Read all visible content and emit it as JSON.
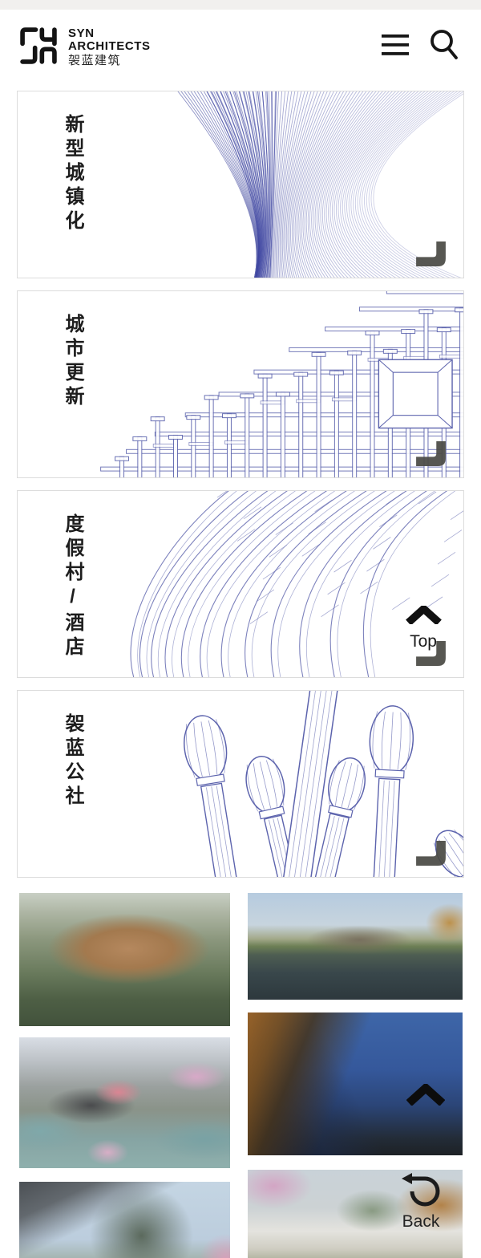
{
  "brand": {
    "line1": "SYN",
    "line2": "ARCHITECTS",
    "line3": "袈蓝建筑"
  },
  "header_icons": {
    "menu": "hamburger-icon",
    "search": "search-icon"
  },
  "categories": [
    {
      "id": "new-urbanization",
      "label": "新型城镇化"
    },
    {
      "id": "urban-renewal",
      "label": "城市更新"
    },
    {
      "id": "resort-hotel",
      "label": "度假村/酒店"
    },
    {
      "id": "jialan-commune",
      "label": "袈蓝公社"
    }
  ],
  "floating": {
    "top_label": "Top",
    "back_label": "Back"
  },
  "colors": {
    "line_art": "#5c63ad",
    "line_art_dark": "#3a41a0",
    "ink": "#151515",
    "corner_icon": "#4a4a45",
    "card_border": "#dcdcdc"
  }
}
